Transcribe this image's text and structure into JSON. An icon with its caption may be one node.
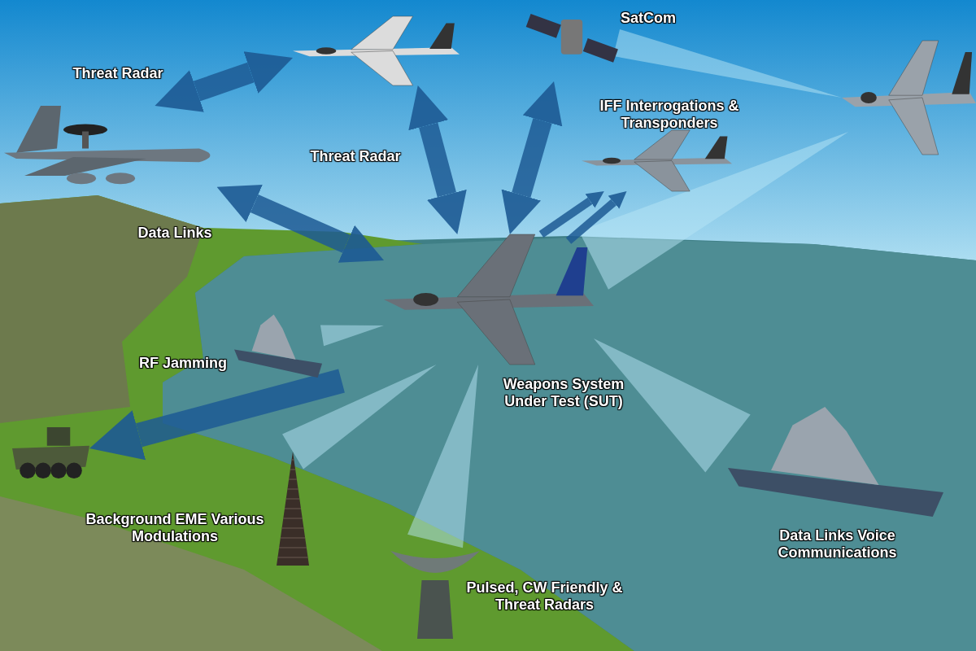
{
  "diagram": {
    "nodes": [
      {
        "text": [],
        "shape": "picture"
      },
      {
        "text": [],
        "shape": "picture"
      },
      {
        "text": [],
        "shape": "picture",
        "beside": [
          "SatCom"
        ]
      },
      {
        "text": [],
        "shape": "picture"
      },
      {
        "text": [],
        "shape": "picture",
        "beside": [
          "IFF Interrogations & Transponders"
        ]
      },
      {
        "text": [],
        "shape": "picture",
        "beside": [
          "Weapons System Under Test (SUT)"
        ]
      },
      {
        "text": [],
        "shape": "picture"
      },
      {
        "text": [],
        "shape": "picture"
      },
      {
        "text": [],
        "shape": "picture",
        "beside": [
          "Background EME Various Modulations"
        ]
      },
      {
        "text": [],
        "shape": "picture",
        "beside": [
          "Pulsed, CW Friendly & Threat Radars"
        ]
      },
      {
        "text": [],
        "shape": "picture",
        "beside": [
          "Data Links Voice Communications"
        ]
      }
    ],
    "edges": [
      {
        "from": 0,
        "to": 1,
        "arrow": "both",
        "label": "Threat Radar"
      },
      {
        "from": 0,
        "to": 5,
        "arrow": "both",
        "label": "Data Links"
      },
      {
        "from": 1,
        "to": 5,
        "arrow": "both",
        "label": "Threat Radar"
      },
      {
        "from": 2,
        "to": 5,
        "arrow": "both"
      },
      {
        "from": 3,
        "to": 2,
        "arrow": "none",
        "style": "thick",
        "color": "#b8e6f5"
      },
      {
        "from": 3,
        "to": 5,
        "arrow": "none",
        "style": "thick",
        "color": "#b8e6f5"
      },
      {
        "from": 5,
        "to": 4,
        "arrow": "to"
      },
      {
        "from": 5,
        "to": 4,
        "arrow": "to"
      },
      {
        "from": null,
        "to": 7,
        "arrow": "to",
        "label": "RF Jamming"
      },
      {
        "from": 5,
        "to": 6,
        "arrow": "none",
        "style": "thick",
        "color": "#b8e6f5"
      },
      {
        "from": 5,
        "to": 8,
        "arrow": "none",
        "style": "thick",
        "color": "#b8e6f5"
      },
      {
        "from": 5,
        "to": 9,
        "arrow": "none",
        "style": "thick",
        "color": "#b8e6f5"
      },
      {
        "from": 5,
        "to": 10,
        "arrow": "none",
        "style": "thick",
        "color": "#b8e6f5"
      }
    ]
  }
}
